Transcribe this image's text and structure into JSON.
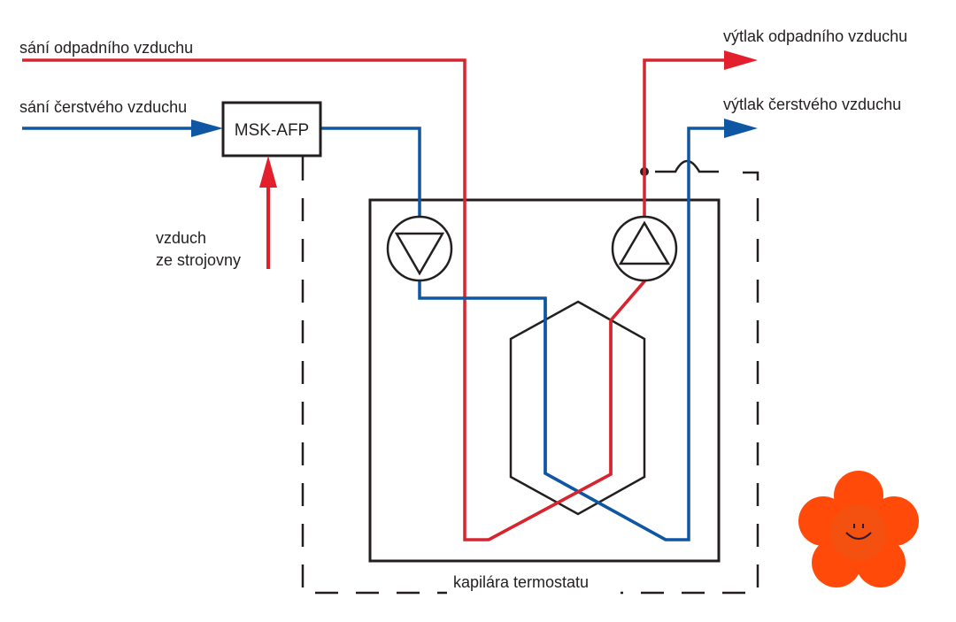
{
  "labels": {
    "exhaust_intake": "sání odpadního vzduchu",
    "fresh_intake": "sání čerstvého vzduchu",
    "unit": "MSK-AFP",
    "machine_room_air_line1": "vzduch",
    "machine_room_air_line2": "ze strojovny",
    "exhaust_outlet": "výtlak odpadního vzduchu",
    "fresh_outlet": "výtlak čerstvého vzduchu",
    "thermostat_capillary": "kapilára termostatu"
  },
  "colors": {
    "exhaust_air": "#d7252f",
    "fresh_air": "#0f57a2",
    "arrow_red": "#e31e2d",
    "outline": "#231f20",
    "flower": "#ff4a0a"
  },
  "icons": {
    "fan_supply": "fan-down-triangle",
    "fan_exhaust": "fan-up-triangle",
    "heat_exchanger": "hexagon",
    "mascot": "smiling-flower"
  }
}
